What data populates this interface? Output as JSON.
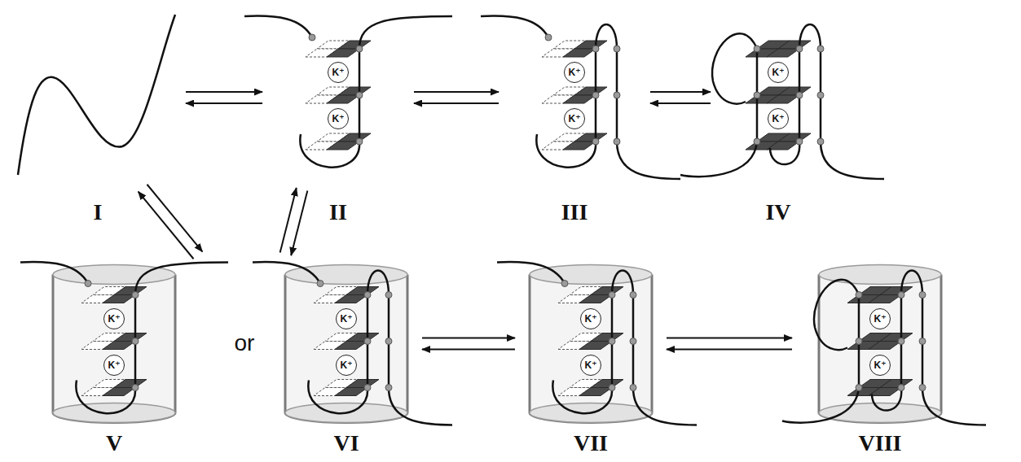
{
  "diagram": {
    "nodes": [
      {
        "text": [
          "I"
        ]
      },
      {
        "text": [
          "II"
        ]
      },
      {
        "text": [
          "K⁺"
        ],
        "in": 1
      },
      {
        "text": [
          "K⁺"
        ],
        "in": 1
      },
      {
        "text": [
          "III"
        ]
      },
      {
        "text": [
          "K⁺"
        ],
        "in": 4
      },
      {
        "text": [
          "K⁺"
        ],
        "in": 4
      },
      {
        "text": [
          "IV"
        ]
      },
      {
        "text": [
          "K⁺"
        ],
        "in": 7
      },
      {
        "text": [
          "K⁺"
        ],
        "in": 7
      },
      {
        "text": [
          "V"
        ]
      },
      {
        "text": [
          "K⁺"
        ],
        "in": 10
      },
      {
        "text": [
          "K⁺"
        ],
        "in": 10
      },
      {
        "text": [
          "VI"
        ]
      },
      {
        "text": [
          "K⁺"
        ],
        "in": 13
      },
      {
        "text": [
          "K⁺"
        ],
        "in": 13
      },
      {
        "text": [
          "VII"
        ]
      },
      {
        "text": [
          "K⁺"
        ],
        "in": 16
      },
      {
        "text": [
          "K⁺"
        ],
        "in": 16
      },
      {
        "text": [
          "VIII"
        ]
      },
      {
        "text": [
          "K⁺"
        ],
        "in": 19
      },
      {
        "text": [
          "K⁺"
        ],
        "in": 19
      }
    ],
    "edges": [
      {
        "from": 0,
        "to": 1,
        "arrow": "both"
      },
      {
        "from": 1,
        "to": 4,
        "arrow": "both"
      },
      {
        "from": 4,
        "to": 7,
        "arrow": "both"
      },
      {
        "from": 0,
        "to": 10,
        "arrow": "both"
      },
      {
        "from": 1,
        "to": 13,
        "arrow": "both"
      },
      {
        "from": 13,
        "to": 16,
        "arrow": "both"
      },
      {
        "from": 16,
        "to": 19,
        "arrow": "both"
      }
    ],
    "labels": [
      "or"
    ]
  }
}
